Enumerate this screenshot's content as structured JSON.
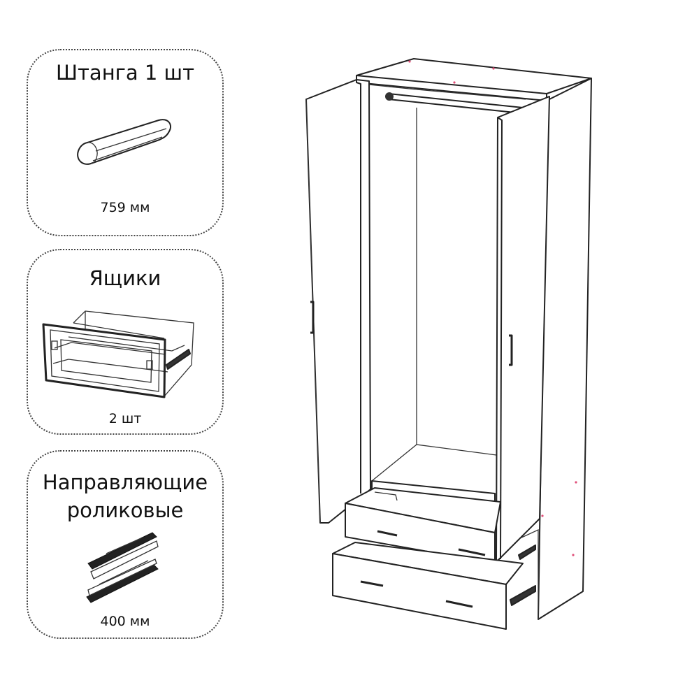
{
  "rod": {
    "title": "Штанга 1 шт",
    "length": "759  мм",
    "icon": "rod-icon"
  },
  "drawers": {
    "title": "Ящики",
    "count": "2 шт",
    "icon": "drawer-icon"
  },
  "rails": {
    "title_line1": "Направляющие",
    "title_line2": "роликовые",
    "length": "400 мм",
    "icon": "roller-rail-icon"
  },
  "wardrobe": {
    "icon": "wardrobe-icon",
    "doors": 2,
    "drawers": 2,
    "rod": 1
  },
  "colors": {
    "stroke": "#222222",
    "background": "#ffffff",
    "accent_dots": "#e0507a"
  }
}
